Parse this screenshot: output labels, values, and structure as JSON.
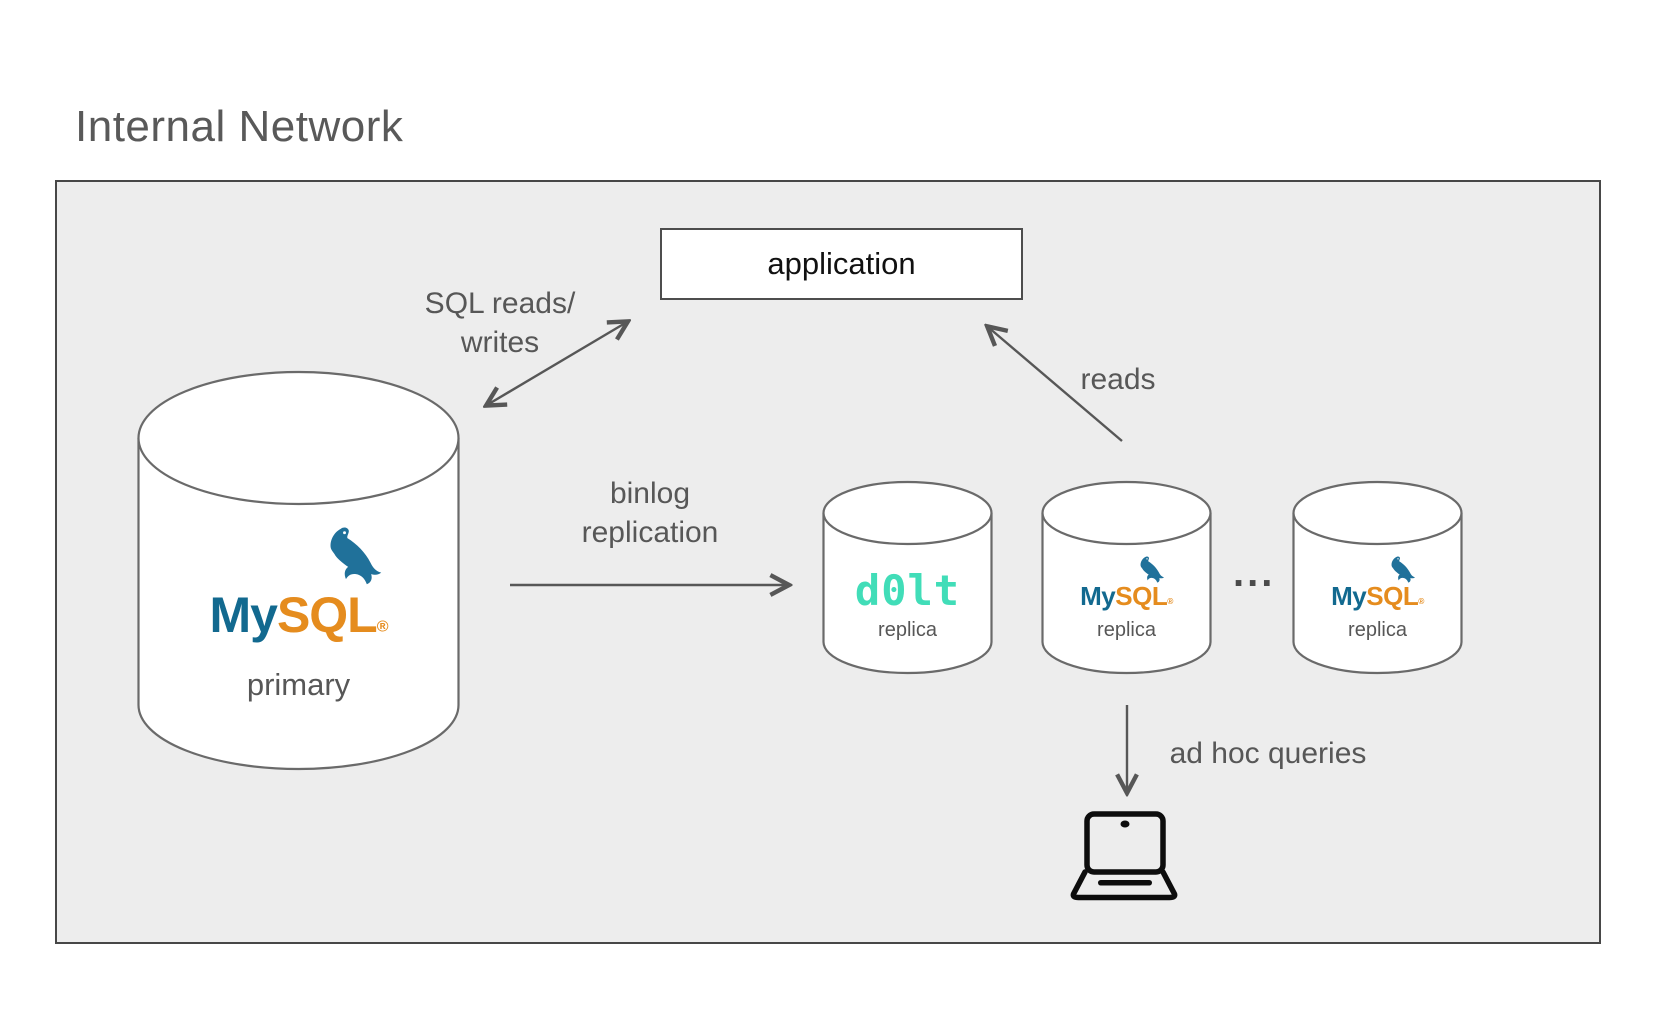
{
  "title": "Internal Network",
  "application": {
    "label": "application"
  },
  "nodes": {
    "primary": {
      "brand_my": "My",
      "brand_sql": "SQL",
      "brand_reg": "®",
      "label": "primary"
    },
    "dolt_replica": {
      "brand": "d0lt",
      "label": "replica"
    },
    "mysql_replica_1": {
      "brand_my": "My",
      "brand_sql": "SQL",
      "brand_reg": "®",
      "label": "replica"
    },
    "mysql_replica_2": {
      "brand_my": "My",
      "brand_sql": "SQL",
      "brand_reg": "®",
      "label": "replica"
    }
  },
  "edges": {
    "sql_reads_writes": {
      "line1": "SQL reads/",
      "line2": "writes"
    },
    "binlog_replication": {
      "line1": "binlog",
      "line2": "replication"
    },
    "reads": {
      "label": "reads"
    },
    "ad_hoc_queries": {
      "label": "ad hoc queries"
    }
  },
  "more_replicas_indicator": "...",
  "colors": {
    "mysql_blue": "#12698f",
    "mysql_orange": "#e58c1e",
    "dolt_teal": "#41ddb8",
    "network_box_fill": "#ededed",
    "network_box_border": "#474747",
    "text_gray": "#575757",
    "arrow_gray": "#575757"
  }
}
